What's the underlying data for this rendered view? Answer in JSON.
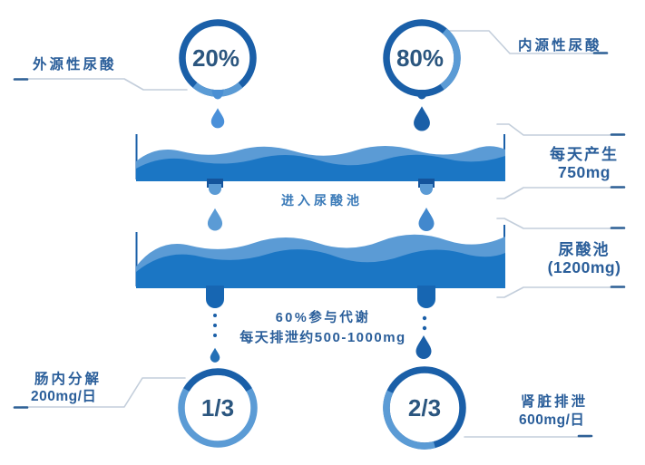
{
  "colors": {
    "dark_blue": "#1a5fa8",
    "pool_blue": "#1b76c4",
    "light_blue": "#5b9bd5",
    "text_blue": "#2a5e9a",
    "callout_line": "#c3cedb"
  },
  "sources": {
    "exogenous": {
      "label": "外源性尿酸",
      "value": "20%"
    },
    "endogenous": {
      "label": "内源性尿酸",
      "value": "80%"
    }
  },
  "pool_daily": {
    "caption": "进入尿酸池",
    "label_line1": "每天产生",
    "label_line2": "750mg"
  },
  "pool_total": {
    "label_line1": "尿酸池",
    "label_line2": "(1200mg)",
    "caption_line1": "60%参与代谢",
    "caption_line2": "每天排泄约500-1000mg"
  },
  "outputs": {
    "intestinal": {
      "label_line1": "肠内分解",
      "label_line2": "200mg/日",
      "value": "1/3"
    },
    "renal": {
      "label_line1": "肾脏排泄",
      "label_line2": "600mg/日",
      "value": "2/3"
    }
  }
}
